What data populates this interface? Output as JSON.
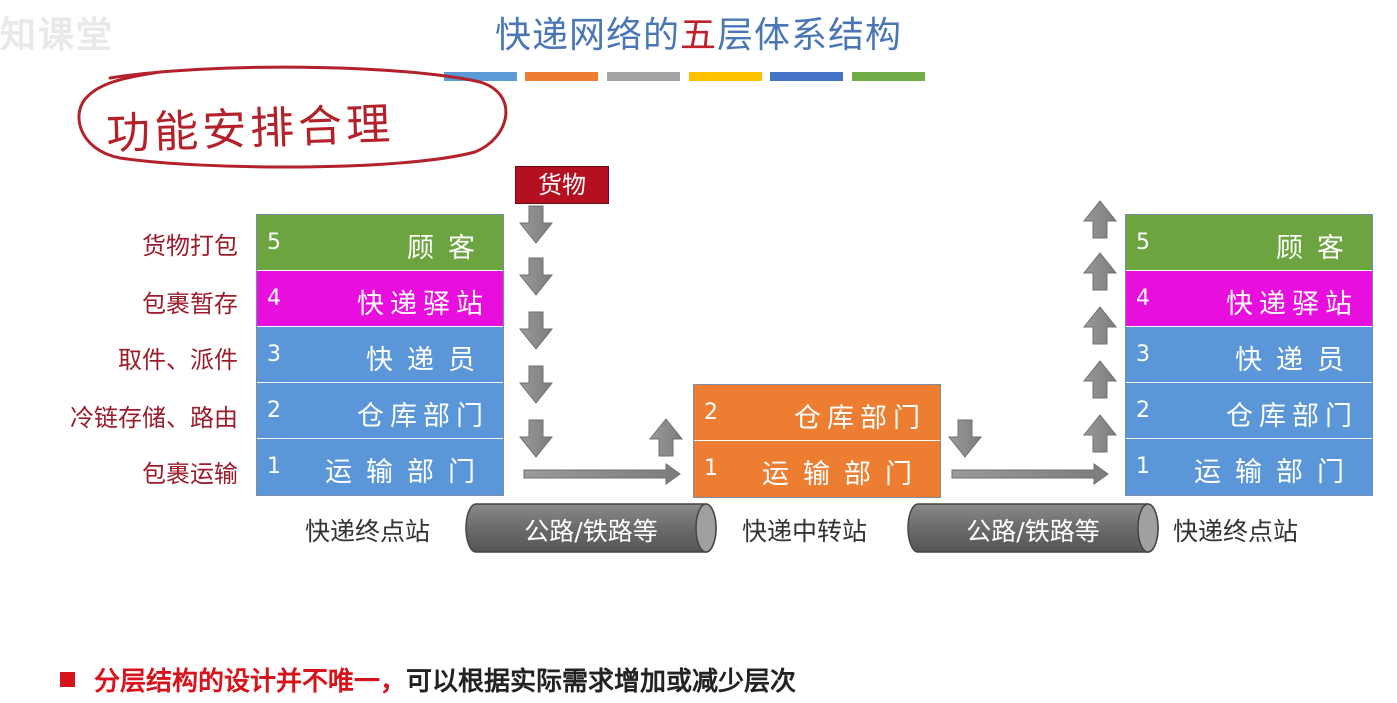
{
  "watermark": "知课堂",
  "title": {
    "part1": "快递网络的",
    "highlight": "五",
    "part2": "层体系结构"
  },
  "accent_bars": [
    "#5b9bd5",
    "#ed7d31",
    "#a5a5a5",
    "#ffc000",
    "#4472c4",
    "#70ad47"
  ],
  "handwritten_note": "功能安排合理",
  "goods_label": "货物",
  "layer_functions": [
    "货物打包",
    "包裹暂存",
    "取件、派件",
    "冷链存储、路由",
    "包裹运输"
  ],
  "left_stack": [
    {
      "num": "5",
      "name": "顾客",
      "color": "#6ca43f"
    },
    {
      "num": "4",
      "name": "快递驿站",
      "color": "#e80fde"
    },
    {
      "num": "3",
      "name": "快递员",
      "color": "#5b97d8"
    },
    {
      "num": "2",
      "name": "仓库部门",
      "color": "#5b97d8"
    },
    {
      "num": "1",
      "name": "运输部门",
      "color": "#5b97d8"
    }
  ],
  "middle_stack": [
    {
      "num": "2",
      "name": "仓库部门",
      "color": "#ed7d31"
    },
    {
      "num": "1",
      "name": "运输部门",
      "color": "#ed7d31"
    }
  ],
  "right_stack": [
    {
      "num": "5",
      "name": "顾客",
      "color": "#6ca43f"
    },
    {
      "num": "4",
      "name": "快递驿站",
      "color": "#e80fde"
    },
    {
      "num": "3",
      "name": "快递员",
      "color": "#5b97d8"
    },
    {
      "num": "2",
      "name": "仓库部门",
      "color": "#5b97d8"
    },
    {
      "num": "1",
      "name": "运输部门",
      "color": "#5b97d8"
    }
  ],
  "stations": {
    "left": "快递终点站",
    "middle": "快递中转站",
    "right": "快递终点站"
  },
  "pipes": [
    "公路/铁路等",
    "公路/铁路等"
  ],
  "bottom_note": {
    "red": "分层结构的设计并不唯一，",
    "black": "可以根据实际需求增加或减少层次"
  }
}
